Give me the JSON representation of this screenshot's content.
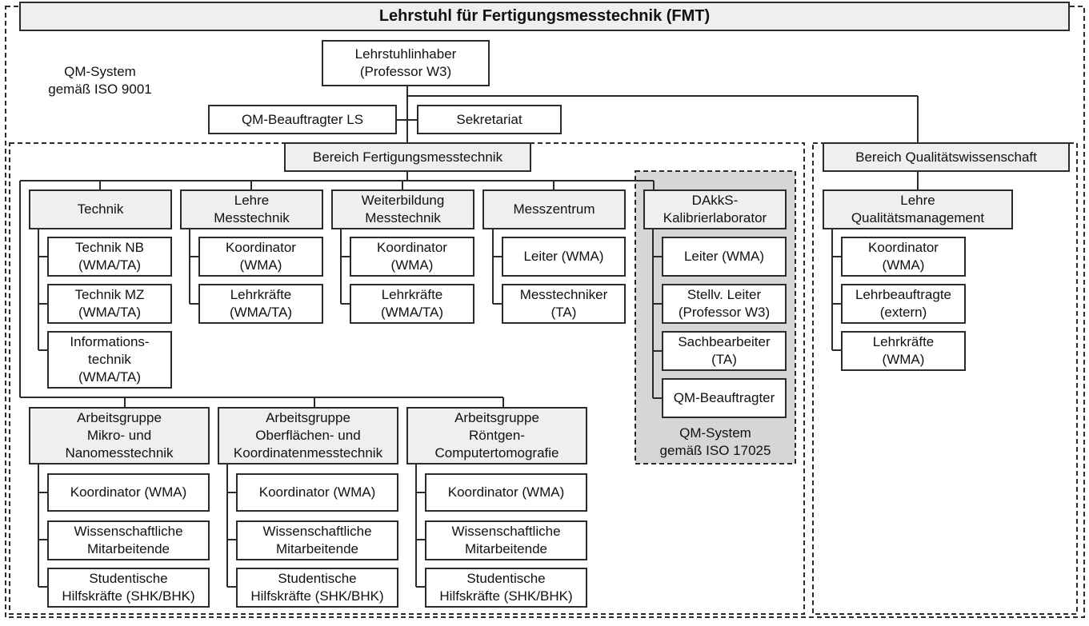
{
  "title": "Lehrstuhl für Fertigungsmesstechnik (FMT)",
  "qm_note": "QM-System\ngemäß ISO 9001",
  "chair_holder": "Lehrstuhlinhaber\n(Professor W3)",
  "qm_officer": "QM-Beauftragter LS",
  "secretariat": "Sekretariat",
  "area_fmt": {
    "title": "Bereich Fertigungsmesstechnik",
    "technik": {
      "head": "Technik",
      "items": [
        "Technik NB\n(WMA/TA)",
        "Technik MZ\n(WMA/TA)",
        "Informations-\ntechnik\n(WMA/TA)"
      ]
    },
    "lehre": {
      "head": "Lehre\nMesstechnik",
      "items": [
        "Koordinator\n(WMA)",
        "Lehrkräfte\n(WMA/TA)"
      ]
    },
    "weiterbildung": {
      "head": "Weiterbildung\nMesstechnik",
      "items": [
        "Koordinator\n(WMA)",
        "Lehrkräfte\n(WMA/TA)"
      ]
    },
    "messzentrum": {
      "head": "Messzentrum",
      "items": [
        "Leiter (WMA)",
        "Messtechniker\n(TA)"
      ]
    },
    "dakks": {
      "head": "DAkkS-\nKalibrierlaborator",
      "items": [
        "Leiter (WMA)",
        "Stellv. Leiter\n(Professor W3)",
        "Sachbearbeiter\n(TA)",
        "QM-Beauftragter"
      ],
      "note": "QM-System\ngemäß ISO 17025"
    },
    "groups": [
      {
        "head": "Arbeitsgruppe\nMikro- und\nNanomesstechnik",
        "items": [
          "Koordinator (WMA)",
          "Wissenschaftliche\nMitarbeitende",
          "Studentische\nHilfskräfte (SHK/BHK)"
        ]
      },
      {
        "head": "Arbeitsgruppe\nOberflächen- und\nKoordinatenmesstechnik",
        "items": [
          "Koordinator (WMA)",
          "Wissenschaftliche\nMitarbeitende",
          "Studentische\nHilfskräfte (SHK/BHK)"
        ]
      },
      {
        "head": "Arbeitsgruppe\nRöntgen-\nComputertomografie",
        "items": [
          "Koordinator (WMA)",
          "Wissenschaftliche\nMitarbeitende",
          "Studentische\nHilfskräfte (SHK/BHK)"
        ]
      }
    ]
  },
  "area_qw": {
    "title": "Bereich Qualitätswissenschaft",
    "lehre": {
      "head": "Lehre\nQualitätsmanagement",
      "items": [
        "Koordinator\n(WMA)",
        "Lehrbeauftragte\n(extern)",
        "Lehrkräfte\n(WMA)"
      ]
    }
  }
}
